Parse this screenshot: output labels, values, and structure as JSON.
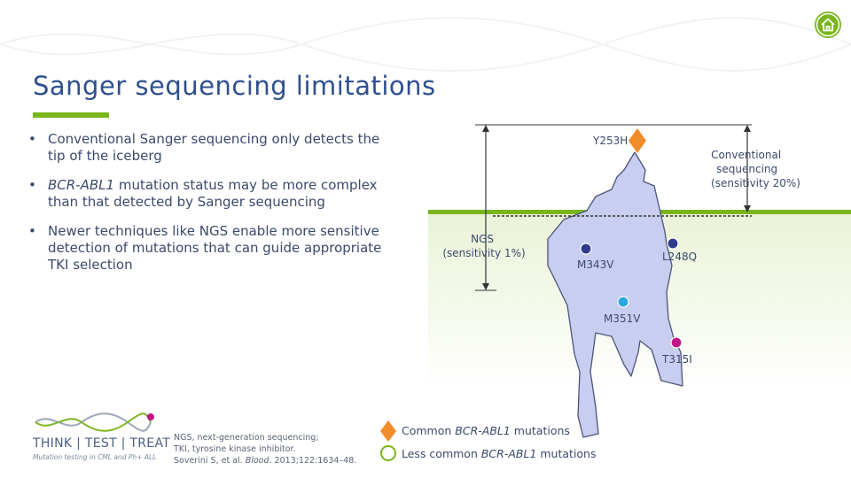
{
  "title": "Sanger sequencing limitations",
  "bullets": [
    {
      "text": "Conventional Sanger sequencing only detects the tip of the iceberg"
    },
    {
      "italic": "BCR-ABL1",
      "text": " mutation status may be more complex than that detected by Sanger sequencing"
    },
    {
      "text": "Newer techniques like NGS enable more sensitive detection of mutations that can guide appropriate TKI selection"
    }
  ],
  "diagram": {
    "conventional_label": [
      "Conventional",
      "sequencing",
      "(sensitivity 20%)"
    ],
    "ngs_label": [
      "NGS",
      "(sensitivity 1%)"
    ],
    "mutations": {
      "y253h": "Y253H",
      "m343v": "M343V",
      "l248q": "L248Q",
      "m351v": "M351V",
      "t315i": "T315I"
    },
    "colors": {
      "water": "#eef6df",
      "waterline": "#7ab51d",
      "iceberg": "#c9cdef",
      "iceberg_stroke": "#4a5579",
      "common": "#f28c28",
      "m343v": "#2f3b8f",
      "l248q": "#2f3b8f",
      "m351v": "#29a8e0",
      "t315i": "#c0168a",
      "less_common_ring": "#7ab51d"
    }
  },
  "legend": {
    "common_pre": "Common ",
    "common_italic": "BCR-ABL1",
    "common_post": " mutations",
    "less_pre": "Less common ",
    "less_italic": "BCR-ABL1",
    "less_post": " mutations"
  },
  "footnote": {
    "line1": "NGS, next-generation sequencing;",
    "line2": "TKI, tyrosine kinase inhibitor.",
    "line3_pre": "Soverini S, et al. ",
    "line3_italic": "Blood",
    "line3_post": ". 2013;122:1634–48."
  },
  "logo": {
    "text": "THINK | TEST | TREAT",
    "sub": "Mutation testing in CML and Ph+ ALL"
  },
  "icons": {
    "home": "home-icon"
  }
}
